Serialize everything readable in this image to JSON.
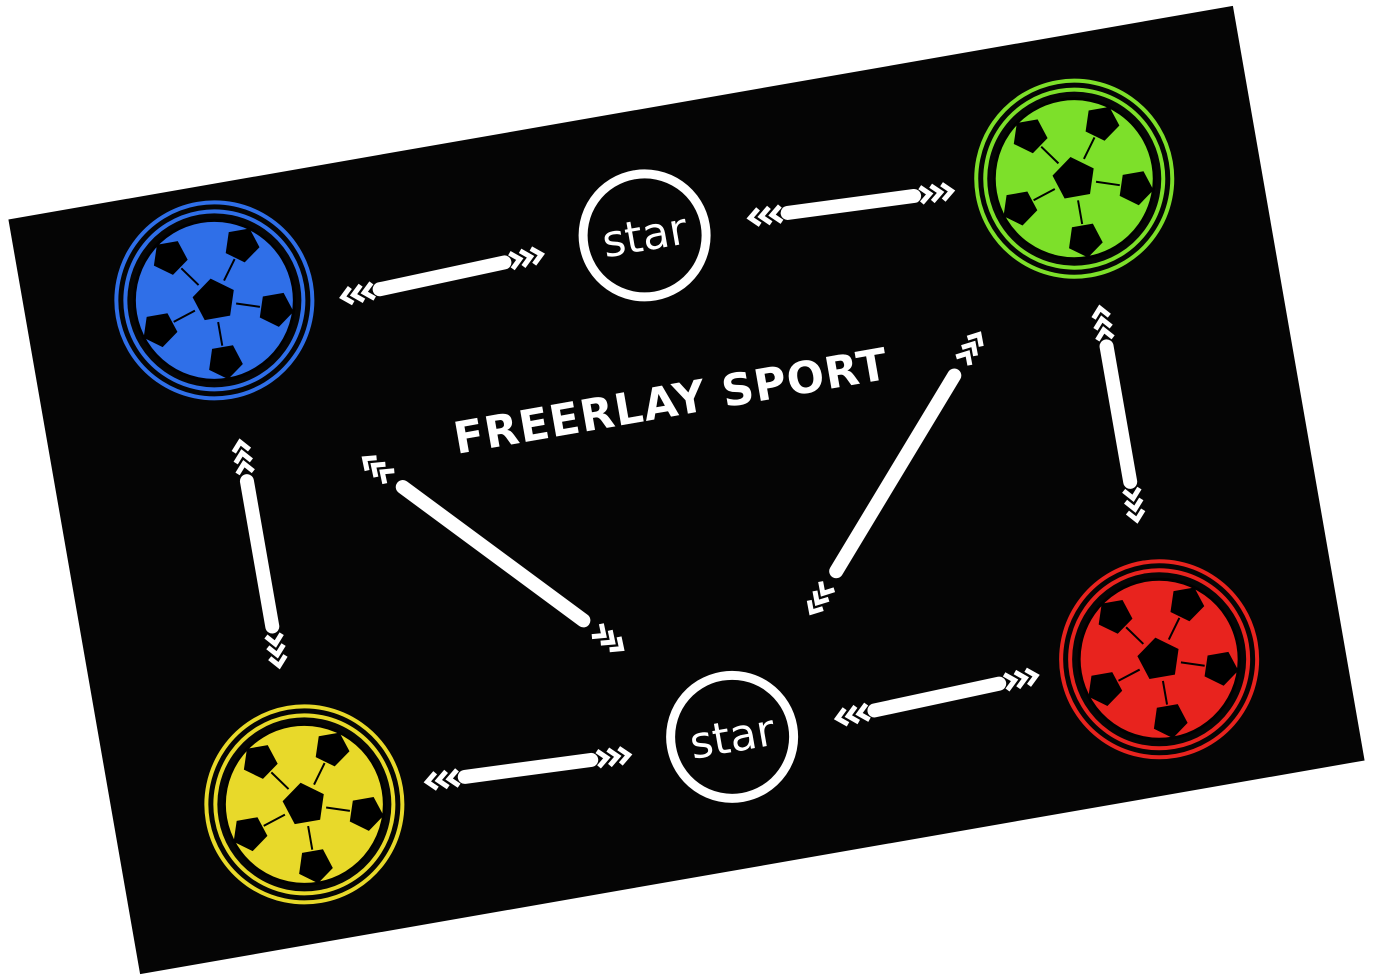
{
  "mat": {
    "title": "FREERLAY SPORT",
    "stations": [
      {
        "label": "star"
      },
      {
        "label": "star"
      }
    ],
    "balls": [
      {
        "name": "blue",
        "color": "#2f6fe8"
      },
      {
        "name": "green",
        "color": "#7de02a"
      },
      {
        "name": "yellow",
        "color": "#e8d92a"
      },
      {
        "name": "red",
        "color": "#e8231e"
      }
    ]
  }
}
